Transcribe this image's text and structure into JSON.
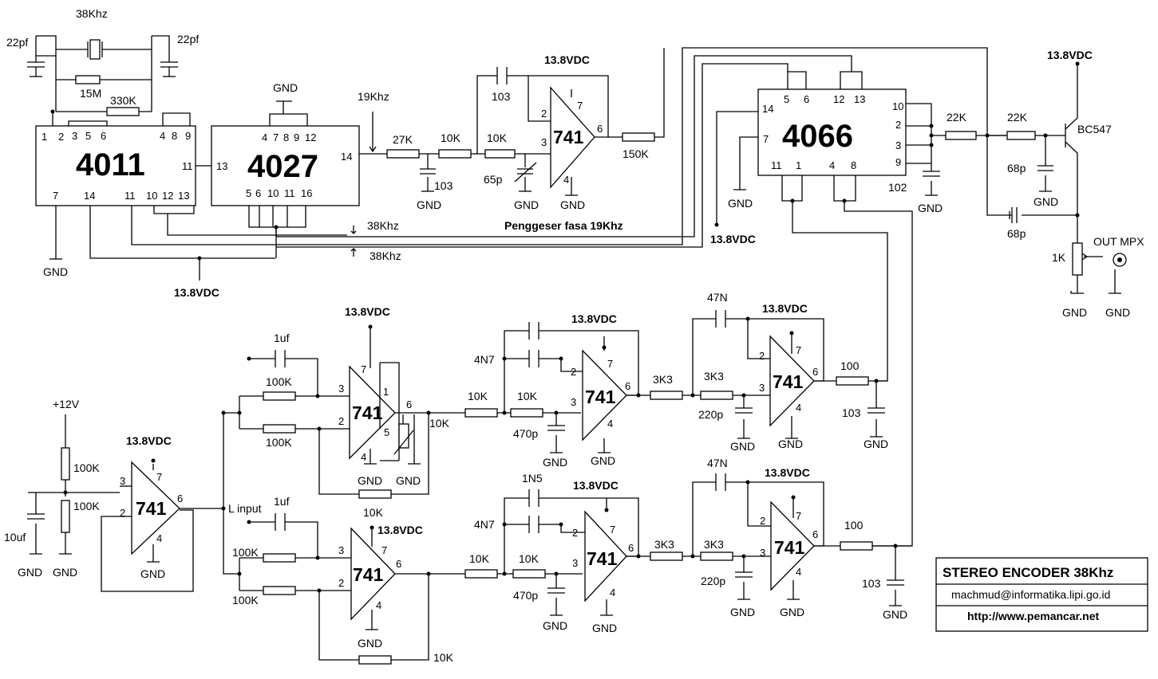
{
  "colors": {
    "ink": "#000000",
    "paper": "#ffffff"
  },
  "chips": {
    "c4011": "4011",
    "c4027": "4027",
    "c4066": "4066"
  },
  "opamp": "741",
  "transistor": "BC547",
  "pins": {
    "p1": "1",
    "p2": "2",
    "p3": "3",
    "p4": "4",
    "p5": "5",
    "p6": "6",
    "p7": "7",
    "p8": "8",
    "p9": "9",
    "p10": "10",
    "p11": "11",
    "p12": "12",
    "p13": "13",
    "p14": "14",
    "p16": "16"
  },
  "labels": {
    "freq38": "38Khz",
    "freq19": "19Khz",
    "cap22pf": "22pf",
    "r15m": "15M",
    "r330k": "330K",
    "r27k": "27K",
    "r10k": "10K",
    "c103": "103",
    "c102": "102",
    "c65p": "65p",
    "r150k": "150K",
    "r22k": "22K",
    "c68p": "68p",
    "r1k": "1K",
    "outmpx": "OUT MPX",
    "gnd": "GND",
    "vdc": "13.8VDC",
    "v12": "+12V",
    "r100k": "100K",
    "c10uf": "10uf",
    "c1uf": "1uf",
    "linput": "L input",
    "c4n7": "4N7",
    "c1n5": "1N5",
    "c470p": "470p",
    "r3k3": "3K3",
    "c220p": "220p",
    "c47n": "47N",
    "r100": "100",
    "phase": "Penggeser fasa 19Khz"
  },
  "titleblock": {
    "title": "STEREO ENCODER 38Khz",
    "email": "machmud@informatika.lipi.go.id",
    "url": "http://www.pemancar.net"
  }
}
